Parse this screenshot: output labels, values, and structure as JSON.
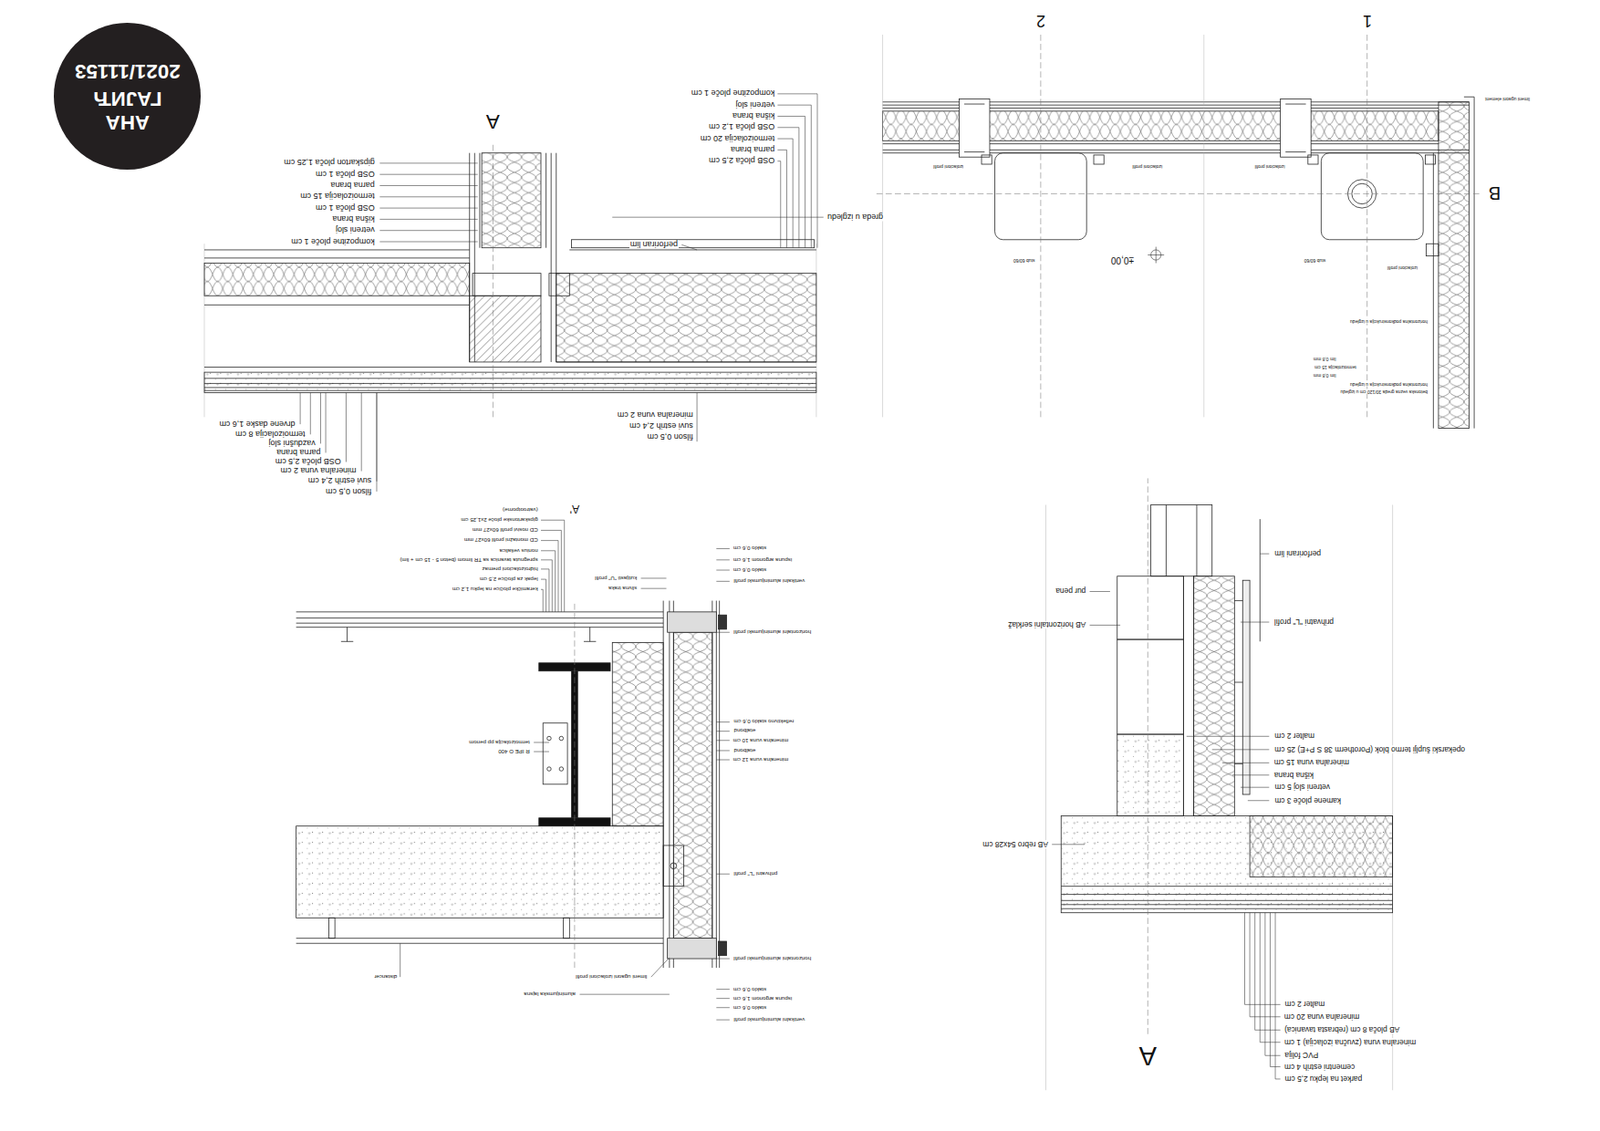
{
  "diagram": {
    "nodes": [
      {
        "text": [
          "АНА ГАЈИЋ",
          "2021/11153"
        ]
      }
    ],
    "labels": [
      "parket na lepku 2,5 cm",
      "cementni estrih 4 cm",
      "PVC folija",
      "mineralna vuna (zvučna izolacija) 1 cm",
      "AB ploča 8 cm (rebrasta tavanica)",
      "mineralna vuna 20 cm",
      "malter 2 cm",
      "A",
      "AB rebro 54x28 cm",
      "kamene ploče 3 cm",
      "vetreni sloj 5 cm",
      "kišna brana",
      "mineralna vuna 15 cm",
      "opekarski šuplji termo blok (Porotherm 38 S P+E) 25 cm",
      "malter 2 cm",
      "prihvatni \"L\" profil",
      "perforirani lim",
      "AB horizontalni serklaž",
      "pur pena",
      "vertikalni aluminijumski profil",
      "staklo 0,6 cm",
      "ispuna argonom 1,6 cm",
      "staklo 0,6 cm",
      "horizontalni aluminijumski profil",
      "prihvatni \"L\" profil",
      "mineralna vuna 12 cm",
      "etalbond",
      "mineralna vuna 10 cm",
      "etalbond",
      "reflektivno staklo 0,6 cm",
      "horizontalni aluminijumski profil",
      "vertikalni aluminijumski profil",
      "staklo 0,6 cm",
      "ispuna argonom 1,6 cm",
      "staklo 0,6 cm",
      "aluminijumska lajsna",
      "distancer",
      "limeni ugaoni izolacioni profil",
      "R IPE O 400",
      "termoizolacija pp penom",
      "slivna traka",
      "kutijasti \"U\" profil",
      "keramičke pločice na lepku 1,2 cm",
      "lepak za pločice 2,5 cm",
      "hidroizolacioni premaz",
      "spregnuta tavanica sa TR limom (beton 5 - 15 cm + lim)",
      "nonius vešalica",
      "CD montažni profil 60x27 mm",
      "CD nosivi profil 60x27 mm",
      "gipskartonske ploče 2x1,25 cm",
      "(vatrootporne)",
      "A'",
      "limeni ugaoni element",
      "1",
      "2",
      "izolacioni profil",
      "izolacioni profil",
      "izolacioni profil",
      "B",
      "izolacioni profil",
      "stub 60/60",
      "±0,00",
      "stub 60/60",
      "betonska vezna greda 30/120 cm u izgledu",
      "horizontalna podkonstrukcija u izgledu",
      "lim 0,8 mm",
      "termoizolacija 15 cm",
      "lim 0,8 mm",
      "horizontalna podkonstrukcija u izgledu",
      "filson 0,5 cm",
      "suvi estrih 2,4 cm",
      "mineralna vuna 2 cm",
      "OSB ploča 2,5 cm",
      "parna brana",
      "vazdušni sloj",
      "termoizolacija 8 cm",
      "drvene daske 1,6 cm",
      "filson 0,5 cm",
      "suvi estrih 2,4 cm",
      "mineralna vuna 2 cm",
      "perforiran lim",
      "greda u izgledu",
      "kompozitne ploče 1 cm",
      "vetreni sloj",
      "kišna brana",
      "OSB ploča 1 cm",
      "termoizolacija 15 cm",
      "parna brana",
      "OSB ploča 1 cm",
      "gipskarton ploča 1,25 cm",
      "OSB ploča 2,5 cm",
      "parna brana",
      "termoizolacija 20 cm",
      "OSB ploča 1,2 cm",
      "kišna brana",
      "vetreni sloj",
      "kompozitne ploče 1 cm",
      "A"
    ]
  }
}
